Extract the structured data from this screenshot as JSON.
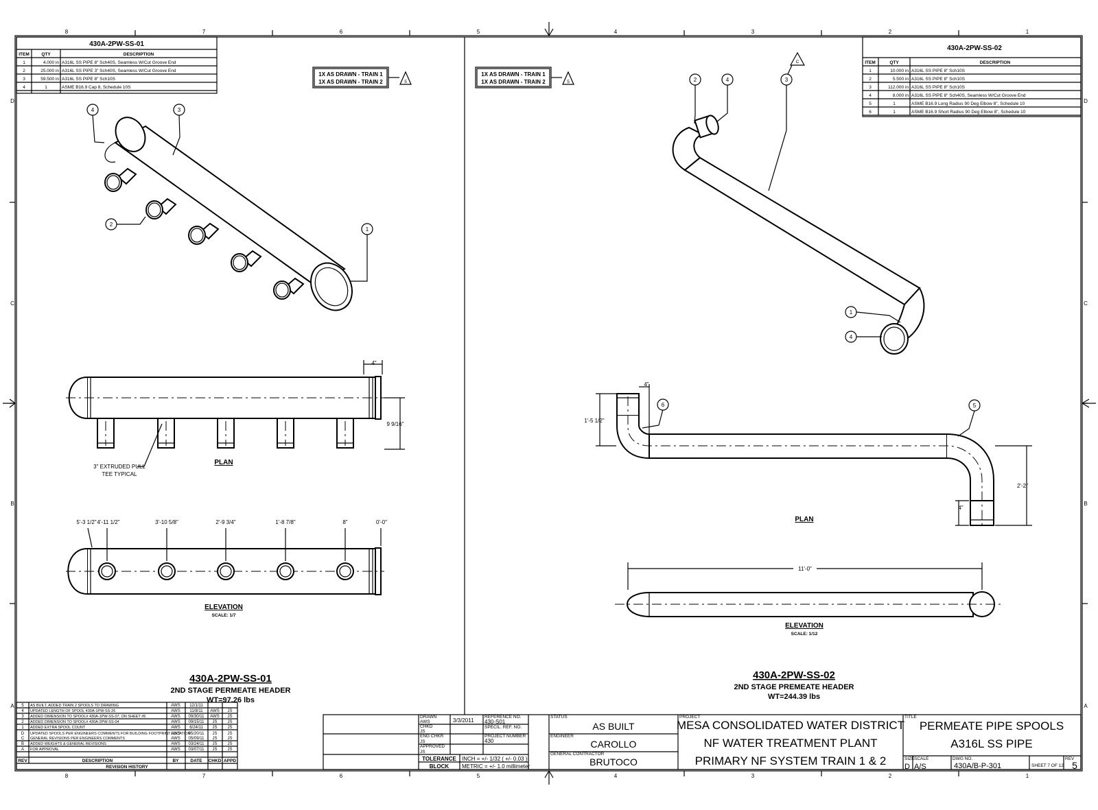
{
  "border": {
    "top_zones": [
      "8",
      "7",
      "6",
      "5",
      "4",
      "3",
      "2",
      "1"
    ],
    "bottom_zones": [
      "8",
      "7",
      "6",
      "5",
      "4",
      "3",
      "2",
      "1"
    ],
    "left_rows": [
      "D",
      "C",
      "B",
      "A"
    ],
    "right_rows": [
      "D",
      "C",
      "B",
      "A"
    ]
  },
  "left": {
    "bom": {
      "title": "430A-2PW-SS-01",
      "headers": [
        "ITEM",
        "QTY",
        "DESCRIPTION"
      ],
      "rows": [
        [
          "1",
          "4.000 in",
          "A316L SS PIPE 8\" Sch40S, Seamless W/Cut Groove End"
        ],
        [
          "2",
          "25.000 in",
          "A316L SS PIPE 3\" Sch40S, Seamless W/Cut Groove End"
        ],
        [
          "3",
          "59.500 in",
          "A316L SS PIPE 8\" Sch10S"
        ],
        [
          "4",
          "1",
          "ASME B16.9 Cap 8, Schedule 10S"
        ]
      ]
    },
    "asdrawn": [
      "1X AS DRAWN - TRAIN 1",
      "1X AS DRAWN - TRAIN 2"
    ],
    "rev_triangle": "5",
    "balloons": [
      "4",
      "3",
      "2",
      "1"
    ],
    "plan": {
      "title": "PLAN",
      "note_line1": "3\" EXTRUDED PULL",
      "note_line2": "TEE TYPICAL",
      "dim_top": "4\"",
      "dim_right": "9 9/16\""
    },
    "elevation": {
      "title": "ELEVATION",
      "scale": "SCALE: 1/7",
      "dims": [
        "5'-3 1/2\"",
        "4'-11 1/2\"",
        "3'-10 5/8\"",
        "2'-9 3/4\"",
        "1'-8 7/8\"",
        "8\"",
        "0'-0\""
      ]
    },
    "spool_title": "430A-2PW-SS-01",
    "spool_sub": "2ND STAGE PERMEATE HEADER",
    "spool_wt": "WT=97.26 lbs"
  },
  "right": {
    "bom": {
      "title": "430A-2PW-SS-02",
      "headers": [
        "ITEM",
        "QTY",
        "DESCRIPTION"
      ],
      "rows": [
        [
          "1",
          "10.000 in",
          "A316L SS PIPE 8\" Sch10S"
        ],
        [
          "2",
          "5.500 in",
          "A316L SS PIPE 8\" Sch10S"
        ],
        [
          "3",
          "112.000 in",
          "A316L SS PIPE 8\" Sch10S"
        ],
        [
          "4",
          "8.000 in",
          "A316L SS PIPE 8\" Sch40S, Seamless W/Cut Groove End"
        ],
        [
          "5",
          "1",
          "ASME B16.9 Long Radius 90 Deg Elbow 8\", Schedule 10"
        ],
        [
          "6",
          "1",
          "ASME B16.9 Short Radius 90 Deg Elbow 8\", Schedule 10"
        ]
      ]
    },
    "asdrawn": [
      "1X AS DRAWN - TRAIN 1",
      "1X AS DRAWN - TRAIN 2"
    ],
    "rev_triangle": "5",
    "rev_triangle_c": "C",
    "balloons": [
      "2",
      "4",
      "3",
      "1",
      "4",
      "6",
      "5"
    ],
    "plan": {
      "title": "PLAN",
      "dim_top": "4\"",
      "dim_left": "1'-5 1/2\"",
      "dim_right": "2'-2\"",
      "dim_small": "4\""
    },
    "elevation": {
      "title": "ELEVATION",
      "scale": "SCALE: 1/12",
      "dim": "11'-0\""
    },
    "spool_title": "430A-2PW-SS-02",
    "spool_sub": "2ND STAGE PREMEATE HEADER",
    "spool_wt": "WT=244.39 lbs"
  },
  "revisions": {
    "rows": [
      [
        "5",
        "AS BUILT, ADDED TRAIN 2 SPOOLS TO DRAWING",
        "AWS",
        "12/1/11",
        "",
        ""
      ],
      [
        "4",
        "UPDATED LENGTH OF SPOOL 430A-1PW-SS-26",
        "AWS",
        "11/8/11",
        "AWS",
        "JS"
      ],
      [
        "3",
        "ADDED DIMENSION TO SPOOL# 430A-1PW-SS-07, ON SHEET #5",
        "AWS",
        "09/30/11",
        "AWS",
        "JS"
      ],
      [
        "2",
        "ADDED DIMENSION TO SPOOL# 430A-2PW-SS-04",
        "AWS",
        "09/15/11",
        "JS",
        "JS"
      ],
      [
        "1",
        "ADDED EXTRA SPOOL COUNT",
        "AWS",
        "6/24/11",
        "JS",
        "JS"
      ],
      [
        "D",
        "UPDATED SPOOLS PER ENGINEERS COMMENTS FOR BUILDING FOOTPRINT LOCATION",
        "AWS",
        "05/20/11",
        "JS",
        "JS"
      ],
      [
        "C",
        "GENERAL REVISIONS PER ENGINEERS COMMENTS",
        "AWS",
        "05/09/11",
        "JS",
        "JS"
      ],
      [
        "B",
        "ADDED WEIGHTS & GENERAL REVISIONS",
        "AWS",
        "03/24/11",
        "JS",
        "JS"
      ],
      [
        "A",
        "FOR APPROVAL",
        "AWS",
        "03/07/11",
        "JS",
        "JS"
      ]
    ],
    "headers": [
      "REV",
      "DESCRIPTION",
      "BY",
      "DATE",
      "CHKD",
      "APPD"
    ],
    "history": "REVISION HISTORY"
  },
  "titleblock": {
    "drawn_label": "DRAWN",
    "drawn": "AWS",
    "date": "3/3/2011",
    "chkd_label": "CHKD",
    "chkd": "JS",
    "eng_label": "ENG CHKR",
    "eng": "JS",
    "appd_label": "APPROVED",
    "appd": "JS",
    "ref_label": "REFERENCE NO.",
    "ref": "430-S01",
    "spec_label": "SPECIL. REF. NO.",
    "proj_label": "PROJECT NUMBER",
    "proj": "430",
    "tol1": "TOLERANCE",
    "tol2": "BLOCK",
    "inch": "INCH = +/- 1/32 ( +/- 0.03 )",
    "metric": "METRIC = +/- 1.0 millimeter",
    "status_label": "STATUS",
    "status": "AS BUILT",
    "engineer_label": "ENGINEER",
    "engineer": "CAROLLO",
    "gc_label": "GENERAL CONTRACTOR",
    "gc": "BRUTOCO",
    "project_label": "PROJECT",
    "project1": "MESA CONSOLIDATED WATER DISTRICT",
    "project2": "NF WATER TREATMENT PLANT",
    "project3": "PRIMARY NF SYSTEM TRAIN 1 & 2",
    "title_label": "TITLE",
    "title1": "PERMEATE PIPE SPOOLS",
    "title2": "A316L SS PIPE",
    "size_label": "SIZE",
    "size": "D",
    "scale_label": "SCALE",
    "scale": "A/S",
    "dwg_label": "DWG NO.",
    "dwg": "430A/B-P-301",
    "sheet": "SHEET 7 OF 12",
    "rev_label": "REV",
    "rev": "5"
  }
}
